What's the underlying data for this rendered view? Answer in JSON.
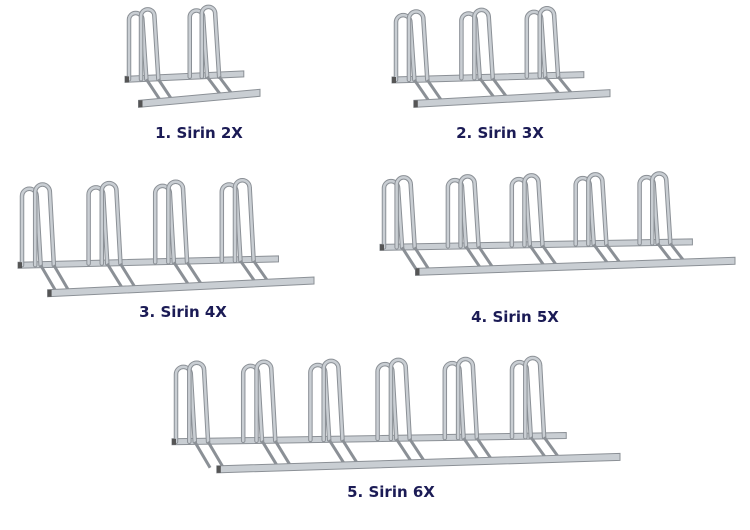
{
  "products": [
    {
      "label": "1. Sirin 2X",
      "slots": 2
    },
    {
      "label": "2. Sirin 3X",
      "slots": 3
    },
    {
      "label": "3. Sirin 4X",
      "slots": 4
    },
    {
      "label": "4. Sirin 5X",
      "slots": 5
    },
    {
      "label": "5. Sirin 6X",
      "slots": 6
    }
  ],
  "colors": {
    "label": "#1b1b55",
    "steel": "#c9ced3",
    "steel_edge": "#8b9096"
  }
}
